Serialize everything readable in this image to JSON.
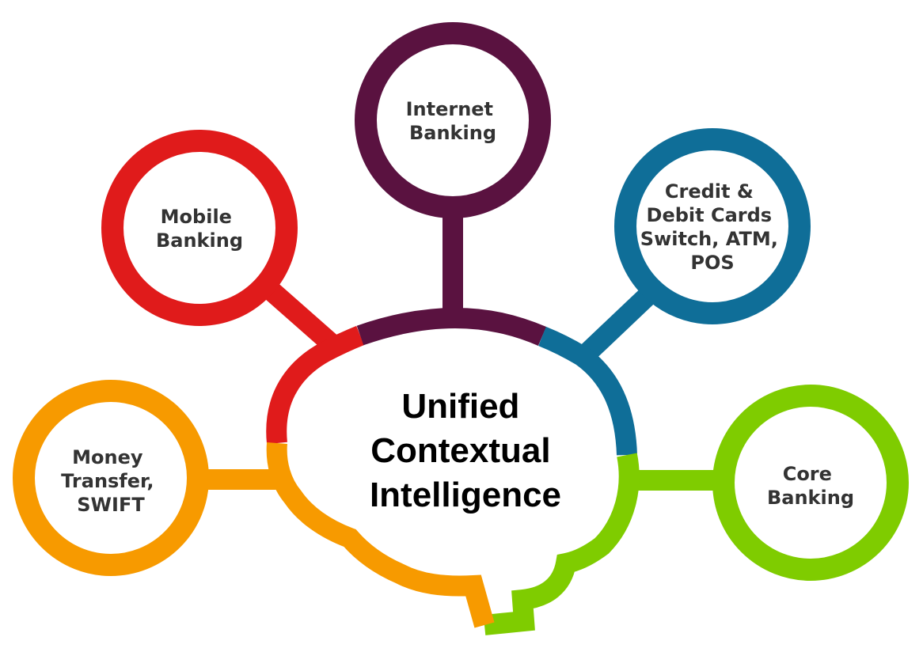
{
  "colors": {
    "internet": "#5a1240",
    "mobile": "#e01b1b",
    "cards": "#0f6e98",
    "money": "#f79a00",
    "core": "#7fcc00",
    "text": "#333333",
    "center_text": "#000000"
  },
  "center": {
    "lines": [
      "Unified",
      "Contextual",
      "Intelligence"
    ]
  },
  "nodes": {
    "internet": {
      "lines": [
        "Internet",
        "Banking"
      ]
    },
    "mobile": {
      "lines": [
        "Mobile",
        "Banking"
      ]
    },
    "cards": {
      "lines": [
        "Credit &",
        "Debit Cards",
        "Switch, ATM,",
        "POS"
      ]
    },
    "money": {
      "lines": [
        "Money",
        "Transfer,",
        "SWIFT"
      ]
    },
    "core": {
      "lines": [
        "Core",
        "Banking"
      ]
    }
  }
}
